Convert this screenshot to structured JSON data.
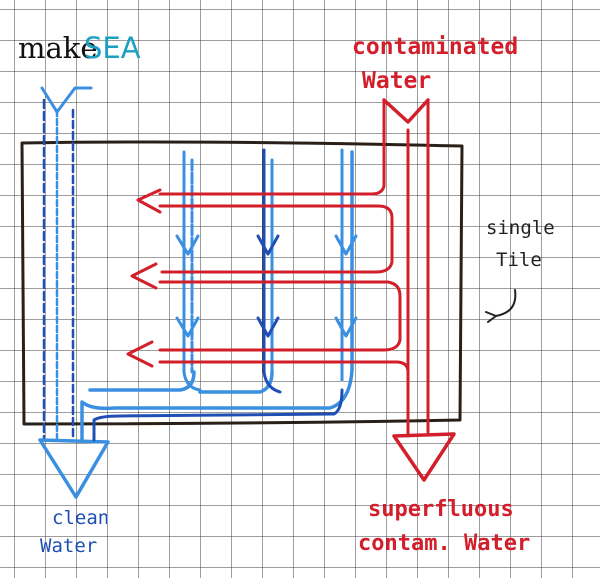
{
  "logo": {
    "prefix": "make",
    "suffix": "SEA"
  },
  "labels": {
    "contaminated_line1": "contaminated",
    "contaminated_line2": "Water",
    "single_line1": "single",
    "single_line2": "Tile",
    "superfluous_line1": "superfluous",
    "superfluous_line2": "contam. Water",
    "clean_line1": "clean",
    "clean_line2": "Water"
  },
  "colors": {
    "paper": "#ffffff",
    "grid": "#3d3d3d",
    "tile_outline": "#2a2018",
    "contaminated": "#d21f2b",
    "clean": "#3a8fe0",
    "clean_dark": "#1f4fb5",
    "annotation": "#222222",
    "logo_make": "#111111",
    "logo_sea": "#1aa0c0"
  }
}
